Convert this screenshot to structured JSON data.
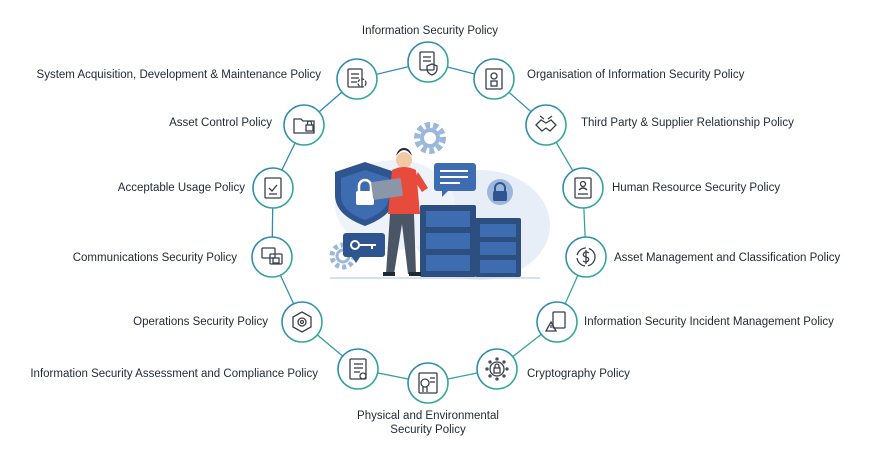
{
  "colors": {
    "ring_start": "#2f7dc0",
    "ring_end": "#3bb08f",
    "node_border": "#2e9e8a",
    "icon_stroke": "#3a3f4a",
    "shield": "#2f5590",
    "server": "#2c4f80",
    "shirt": "#e84b3c"
  },
  "policies": [
    {
      "id": "p1",
      "label": "Information Security Policy",
      "icon": "document-shield-icon"
    },
    {
      "id": "p2",
      "label": "Organisation of Information Security Policy",
      "icon": "badge-lock-icon"
    },
    {
      "id": "p3",
      "label": "Third Party & Supplier Relationship Policy",
      "icon": "handshake-icon"
    },
    {
      "id": "p4",
      "label": "Human Resource Security Policy",
      "icon": "person-document-icon"
    },
    {
      "id": "p5",
      "label": "Asset Management and Classification Policy",
      "icon": "dollar-cycle-icon"
    },
    {
      "id": "p6",
      "label": "Information Security Incident Management Policy",
      "icon": "warning-document-icon"
    },
    {
      "id": "p7",
      "label": "Cryptography Policy",
      "icon": "network-lock-icon"
    },
    {
      "id": "p8",
      "label": "Physical and Environmental Security Policy",
      "icon": "certificate-icon"
    },
    {
      "id": "p9",
      "label": "Information Security Assessment and Compliance Policy",
      "icon": "checklist-icon"
    },
    {
      "id": "p10",
      "label": "Operations Security Policy",
      "icon": "hexagon-gear-icon"
    },
    {
      "id": "p11",
      "label": "Communications Security Policy",
      "icon": "chat-lock-icon"
    },
    {
      "id": "p12",
      "label": "Acceptable Usage Policy",
      "icon": "document-check-icon"
    },
    {
      "id": "p13",
      "label": "Asset Control Policy",
      "icon": "folder-lock-icon"
    },
    {
      "id": "p14",
      "label": "System Acquisition, Development & Maintenance Policy",
      "icon": "report-gear-icon"
    }
  ]
}
